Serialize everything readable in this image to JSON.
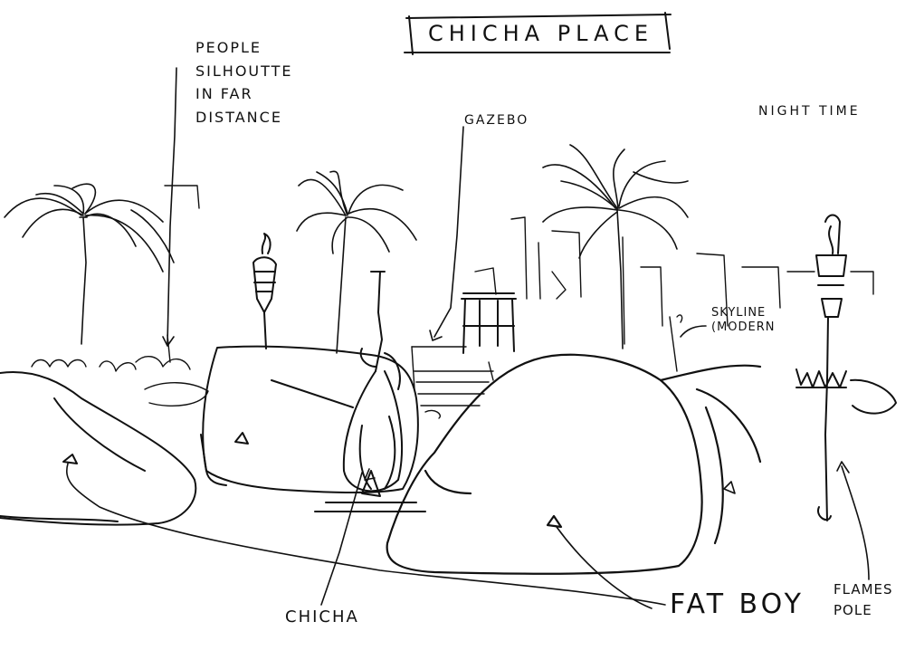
{
  "sketch": {
    "title": "CHICHA PLACE",
    "note_people": [
      "PEOPLE",
      "SILHOUTTE",
      "IN FAR",
      "DISTANCE"
    ],
    "label_gazebo": "GAZEBO",
    "label_night": "NIGHT TIME",
    "label_skyline": [
      "SKYLINE",
      "(MODERN"
    ],
    "label_chicha": "CHICHA",
    "label_fatboy": "FAT BOY",
    "label_flames": [
      "FLAMES",
      "POLE"
    ]
  }
}
